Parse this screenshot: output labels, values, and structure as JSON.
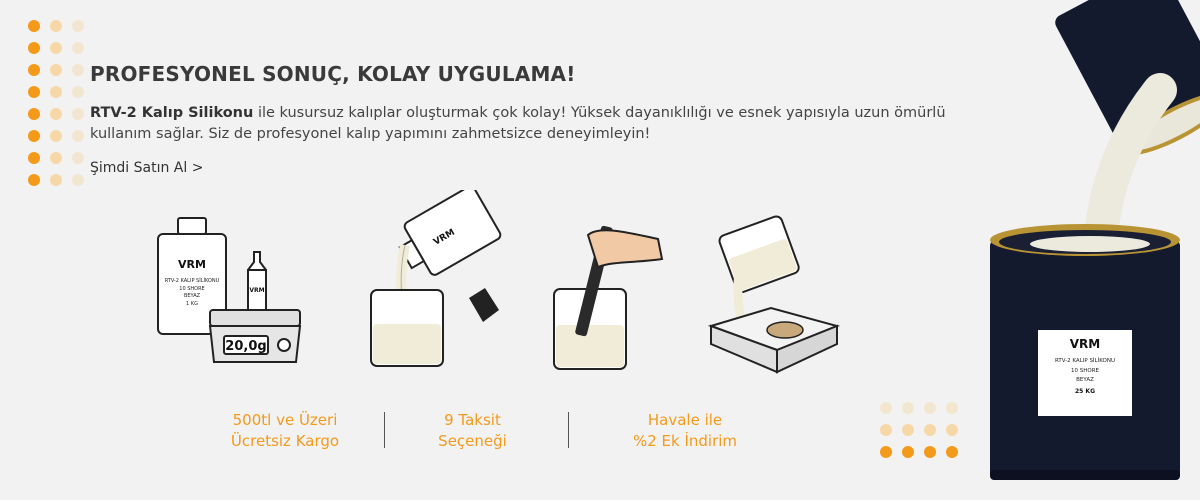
{
  "colors": {
    "accent": "#f39a1b",
    "dot_light": "#f6d8a8",
    "dot_faint": "#f3e6d0",
    "can": "#141a2e"
  },
  "headline": "PROFESYONEL SONUÇ, KOLAY UYGULAMA!",
  "description": {
    "product_name": "RTV-2 Kalıp Silikonu",
    "line_1_rest": " ile kusursuz kalıplar oluşturmak çok kolay! Yüksek dayanıklılığı ve esnek yapısıyla uzun ömürlü",
    "line_2": "kullanım sağlar. Siz de profesyonel kalıp yapımını zahmetsizce deneyimleyin!"
  },
  "cta_label": "Şimdi Satın Al >",
  "steps": {
    "scale_readout": "20,0g",
    "label_brand": "VRM",
    "label_product": "RTV-2 KALIP SİLİKONU",
    "label_shore": "10 SHORE",
    "label_color": "BEYAZ",
    "label_weight": "1 KG",
    "hardener_label": "VRM"
  },
  "benefits": [
    {
      "line1": "500tl ve Üzeri",
      "line2": "Ücretsiz Kargo"
    },
    {
      "line1": "9 Taksit",
      "line2": "Seçeneği"
    },
    {
      "line1": "Havale ile",
      "line2": "%2 Ek İndirim"
    }
  ],
  "can_label": {
    "brand": "VRM",
    "product": "RTV-2 KALIP SİLİKONU",
    "shore": "10 SHORE",
    "color": "BEYAZ",
    "weight": "25 KG"
  }
}
